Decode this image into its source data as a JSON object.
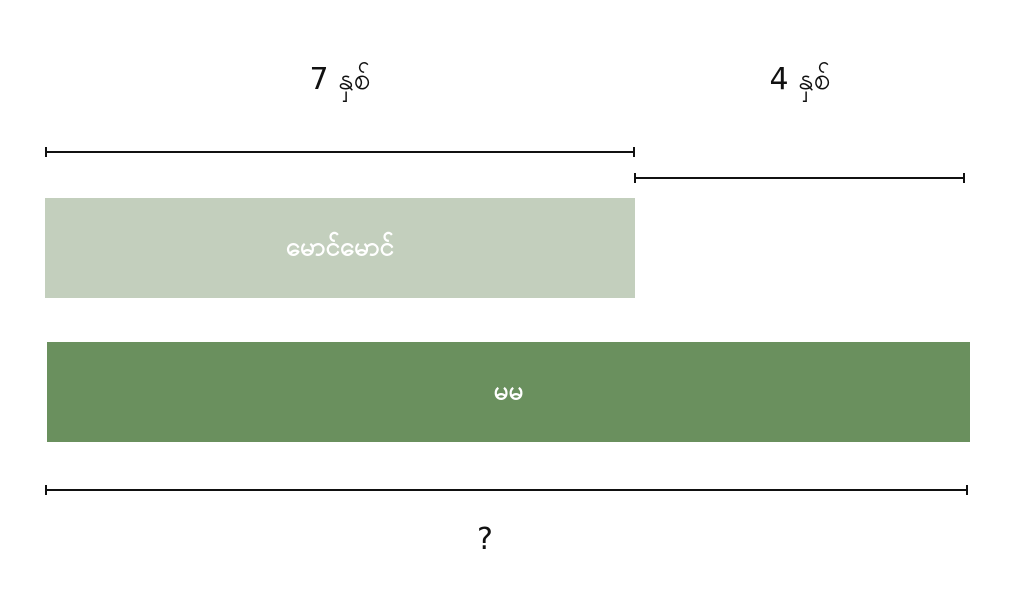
{
  "labels": {
    "top_left": "7 နှစ်",
    "top_right": "4 နှစ်",
    "bottom": "?"
  },
  "bars": {
    "top": {
      "label": "မောင်မောင်",
      "color": "#c3cfbd"
    },
    "bottom": {
      "label": "မမ",
      "color": "#6a905e"
    }
  }
}
